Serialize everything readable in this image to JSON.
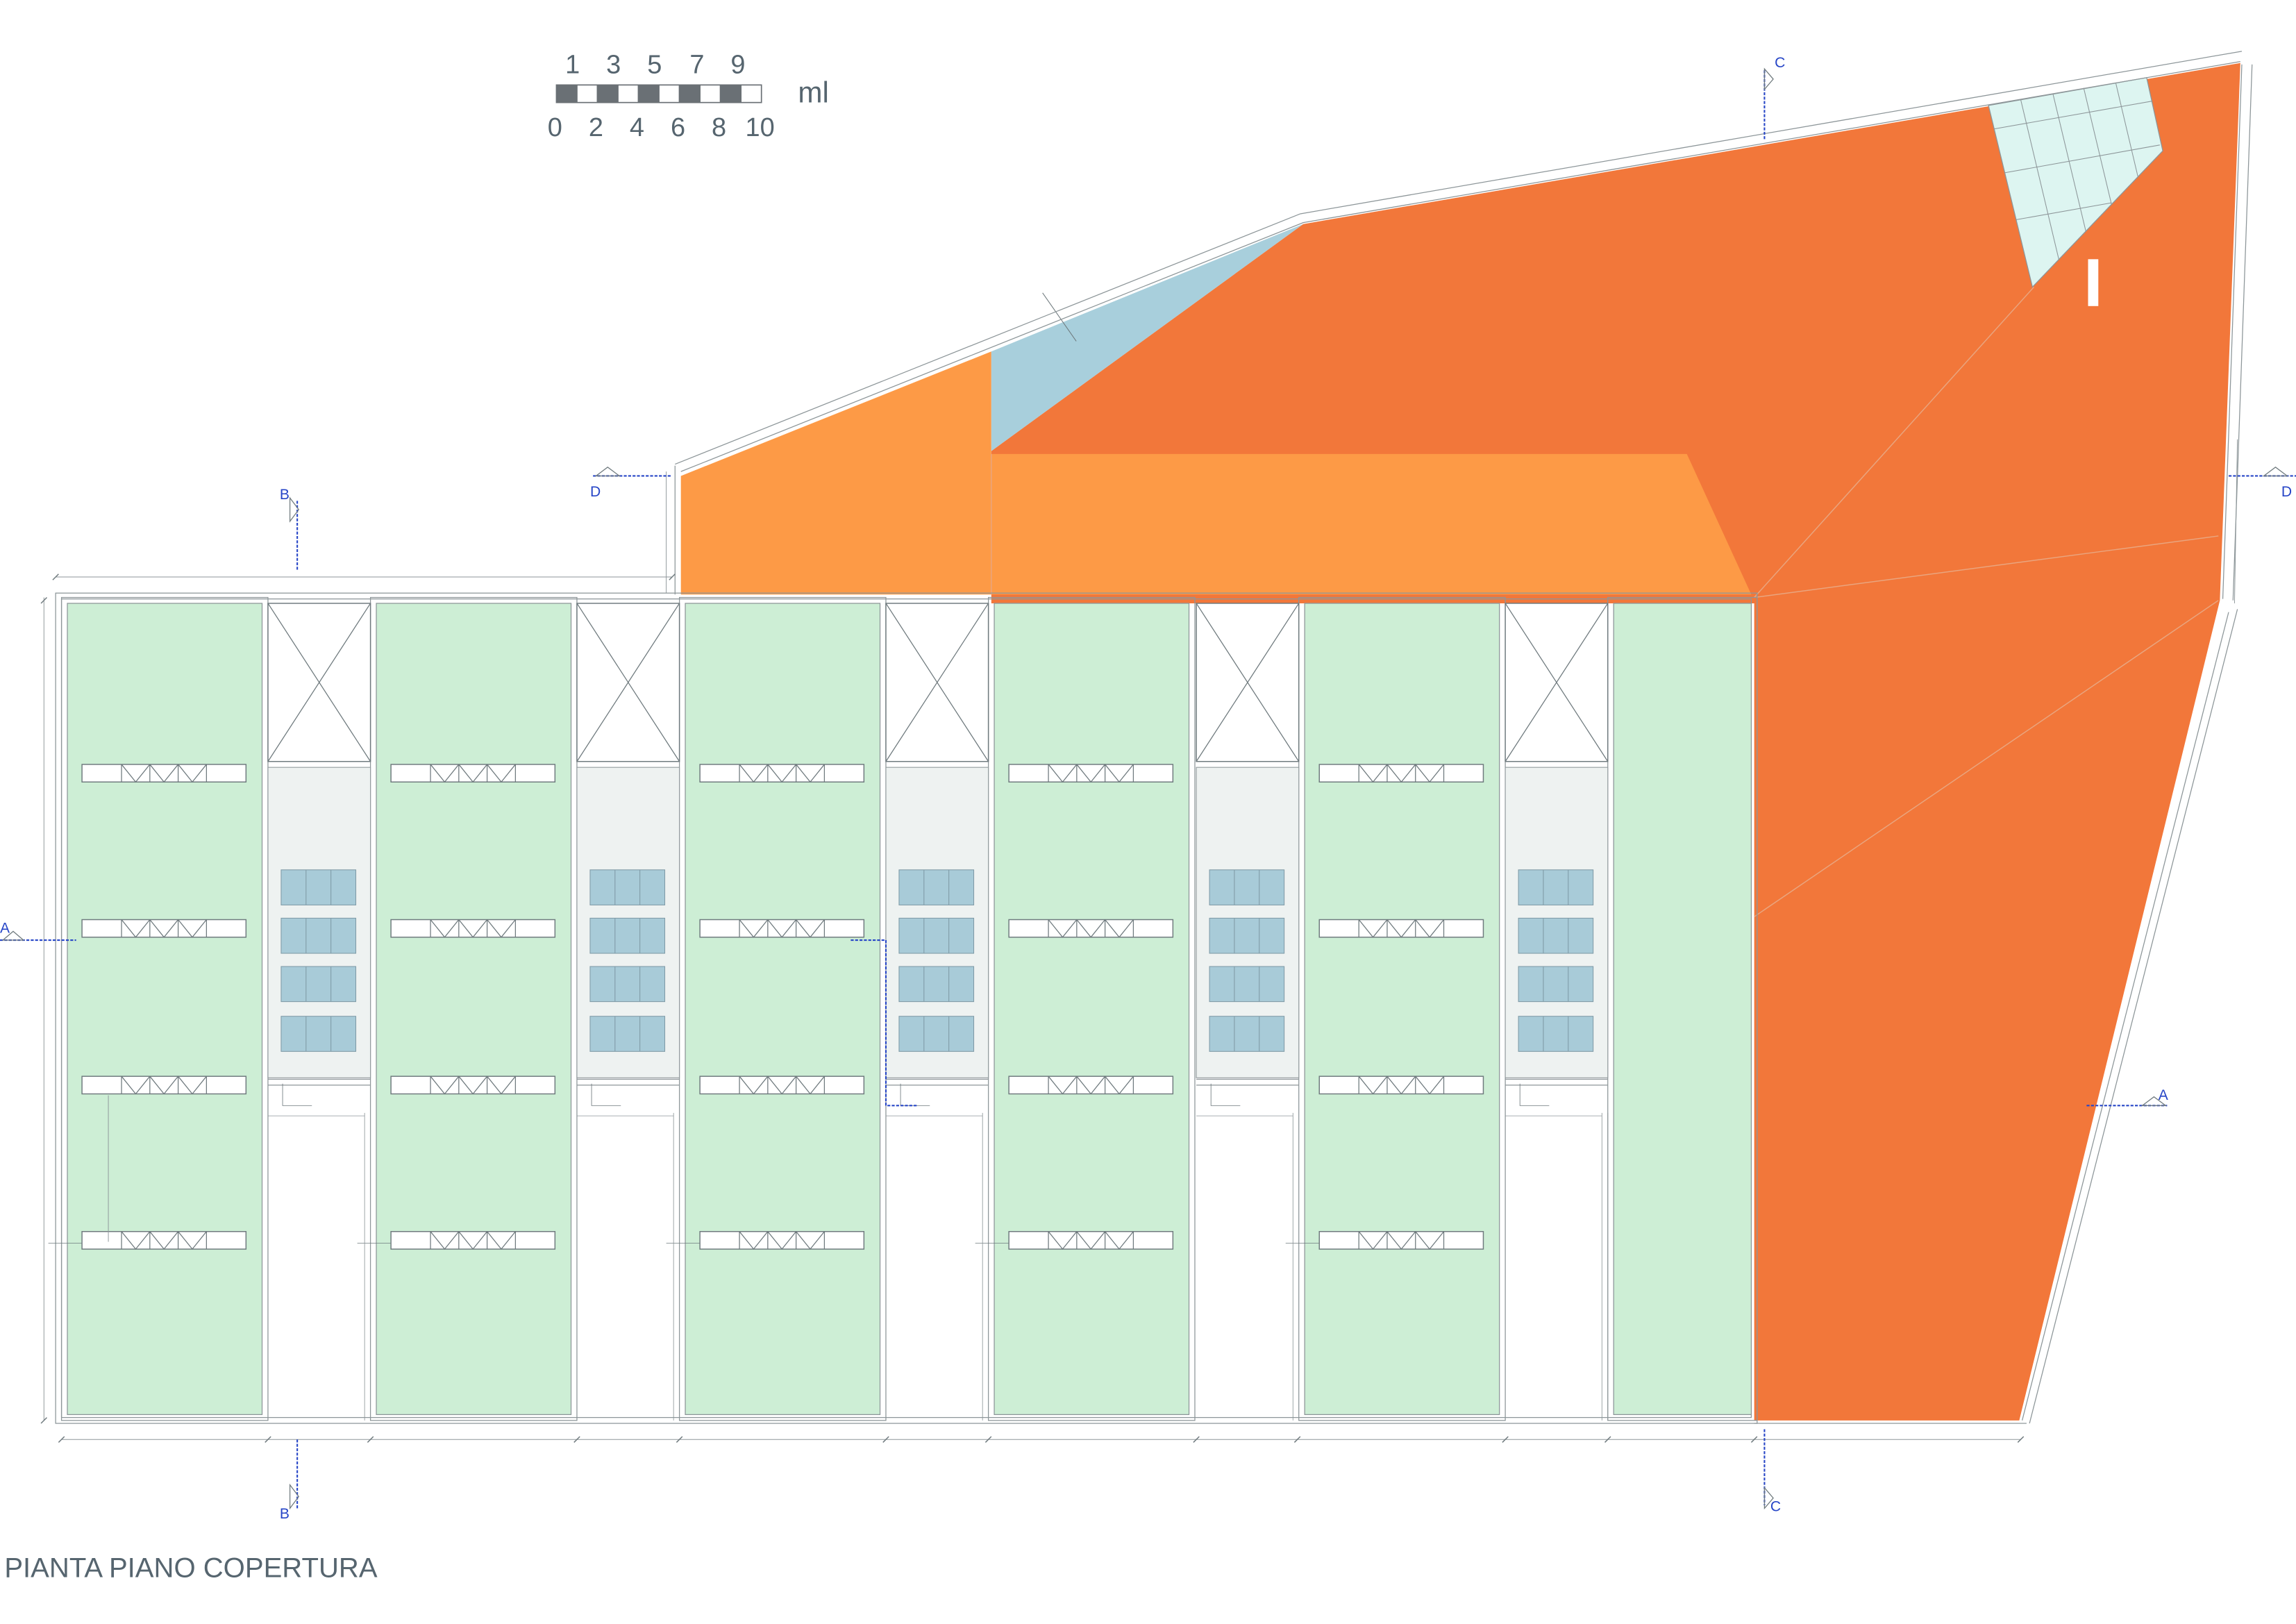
{
  "title": "PIANTA PIANO COPERTURA",
  "scale_bar": {
    "top_labels": [
      "1",
      "3",
      "5",
      "7",
      "9"
    ],
    "bottom_labels": [
      "0",
      "2",
      "4",
      "6",
      "8",
      "10"
    ],
    "unit": "ml"
  },
  "section_markers": {
    "c_top": "C",
    "c_bottom": "C",
    "b_top": "B",
    "b_bottom": "B",
    "d_left": "D",
    "d_right": "D",
    "a_left": "A",
    "a_right": "A"
  },
  "colors": {
    "green_roof": "#cdeed5",
    "roof_light_orange": "#fd9a46",
    "roof_dark_orange": "#f2773a",
    "photovoltaic_blue": "#a8cfdc",
    "skylight_glass": "#ddf5f1",
    "solar_panel_blue": "#a8cbd8",
    "shaft_fill": "#eef2f1",
    "line_gray": "#8d9699",
    "dark_line": "#6f7a7e",
    "section_line_blue": "#2746c7",
    "text_gray": "#56656f",
    "scale_dark": "#6a7075",
    "ridge_line": "#e9a57f"
  }
}
